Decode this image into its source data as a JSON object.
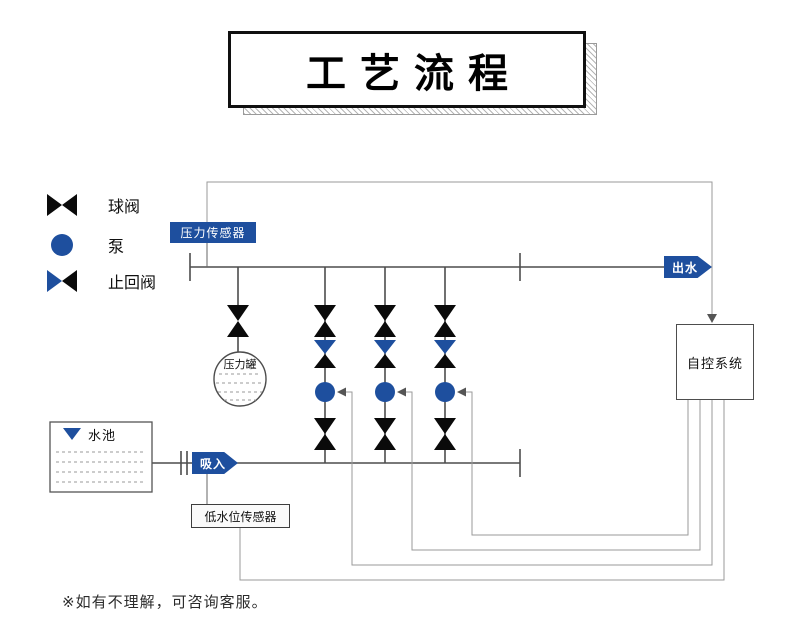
{
  "title": "工艺流程",
  "legend": {
    "items": [
      {
        "icon": "ball-valve-icon",
        "label": "球阀"
      },
      {
        "icon": "pump-icon",
        "label": "泵"
      },
      {
        "icon": "check-valve-icon",
        "label": "止回阀"
      }
    ]
  },
  "diagram": {
    "pressure_sensor": "压力传感器",
    "outlet_arrow": "出水",
    "control_system": "自控系统",
    "pressure_tank": "压力罐",
    "water_tank": "水池",
    "suction_arrow": "吸入",
    "low_level_sensor": "低水位传感器"
  },
  "note": "※如有不理解，可咨询客服。",
  "colors": {
    "accent_blue": "#1e4f9e",
    "valve_black": "#0a0a0a",
    "pipe_gray": "#4d4d4d",
    "signal_gray": "#9a9a9a"
  }
}
